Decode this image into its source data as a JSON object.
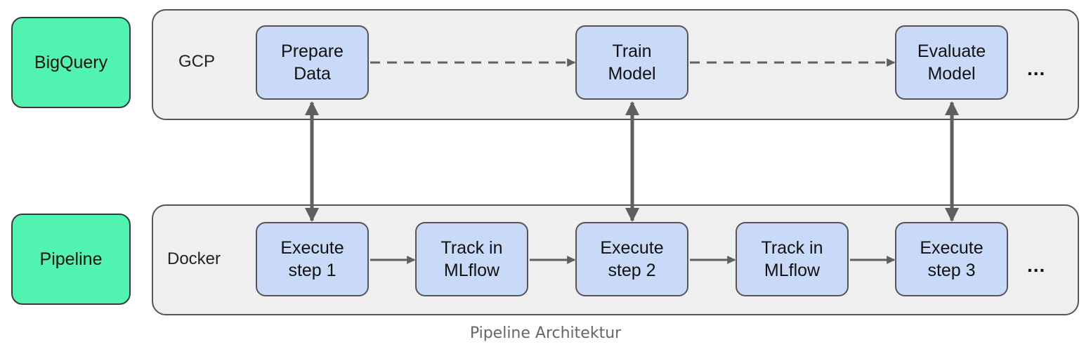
{
  "side_labels": {
    "bigquery": "BigQuery",
    "pipeline": "Pipeline"
  },
  "lanes": {
    "gcp": "GCP",
    "docker": "Docker"
  },
  "gcp_nodes": [
    {
      "line1": "Prepare",
      "line2": "Data"
    },
    {
      "line1": "Train",
      "line2": "Model"
    },
    {
      "line1": "Evaluate",
      "line2": "Model"
    }
  ],
  "docker_nodes": [
    {
      "line1": "Execute",
      "line2": "step 1"
    },
    {
      "line1": "Track in",
      "line2": "MLflow"
    },
    {
      "line1": "Execute",
      "line2": "step 2"
    },
    {
      "line1": "Track in",
      "line2": "MLflow"
    },
    {
      "line1": "Execute",
      "line2": "step 3"
    }
  ],
  "ellipsis": "...",
  "caption": "Pipeline Architektur",
  "colors": {
    "side": "#50f4b0",
    "node": "#c9daf8",
    "lane": "#efefef",
    "arrow": "#5f5f5f"
  }
}
